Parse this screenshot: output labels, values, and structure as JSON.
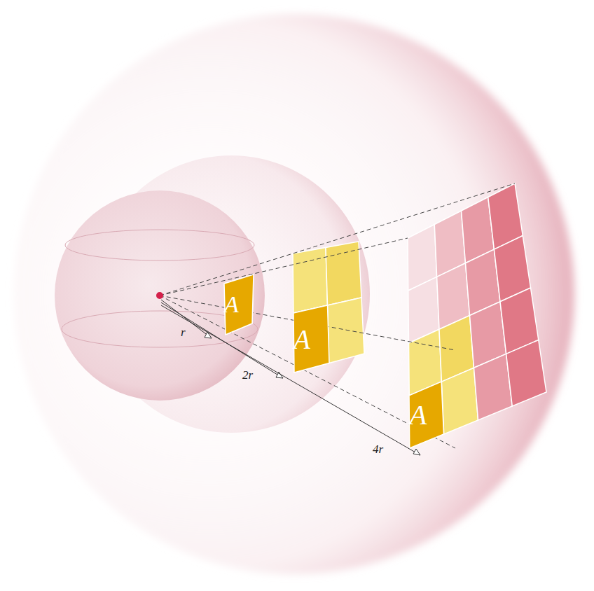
{
  "diagram": {
    "nodes": [
      {
        "text": [
          "A"
        ]
      },
      {
        "text": [
          "A"
        ]
      },
      {
        "text": [
          "A"
        ]
      }
    ],
    "labels": [
      "r",
      "2r",
      "4r"
    ]
  }
}
